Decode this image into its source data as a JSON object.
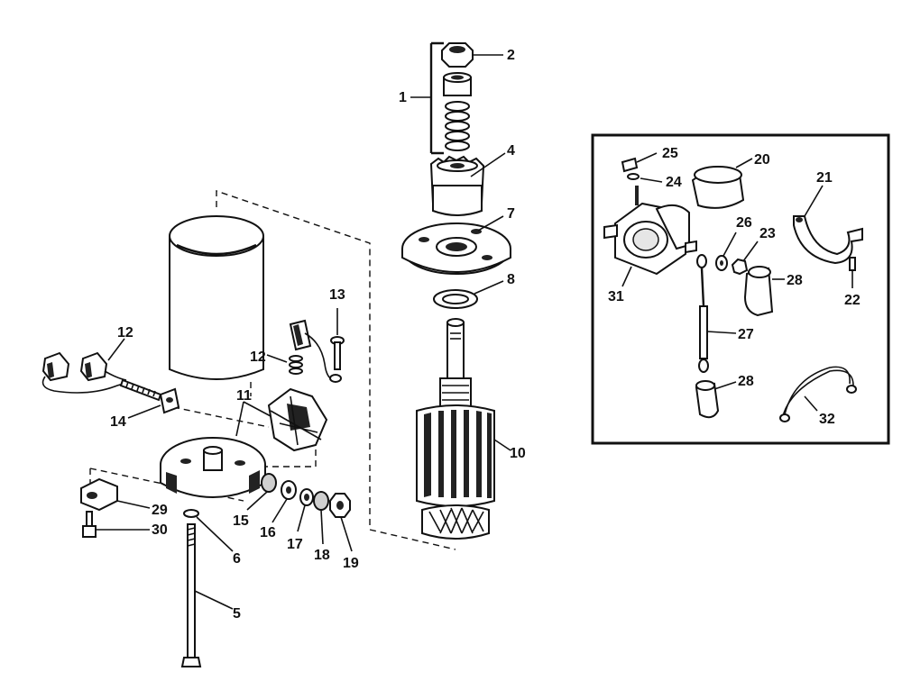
{
  "diagram": {
    "type": "exploded parts diagram",
    "callouts": {
      "c1": "1",
      "c2": "2",
      "c4": "4",
      "c5": "5",
      "c6": "6",
      "c7": "7",
      "c8": "8",
      "c10": "10",
      "c11": "11",
      "c12a": "12",
      "c12b": "12",
      "c13": "13",
      "c14": "14",
      "c15": "15",
      "c16": "16",
      "c17": "17",
      "c18": "18",
      "c19": "19",
      "c29": "29",
      "c30": "30",
      "c20": "20",
      "c21": "21",
      "c22": "22",
      "c23": "23",
      "c24": "24",
      "c25": "25",
      "c26": "26",
      "c27": "27",
      "c28a": "28",
      "c28b": "28",
      "c31": "31",
      "c32": "32"
    }
  }
}
